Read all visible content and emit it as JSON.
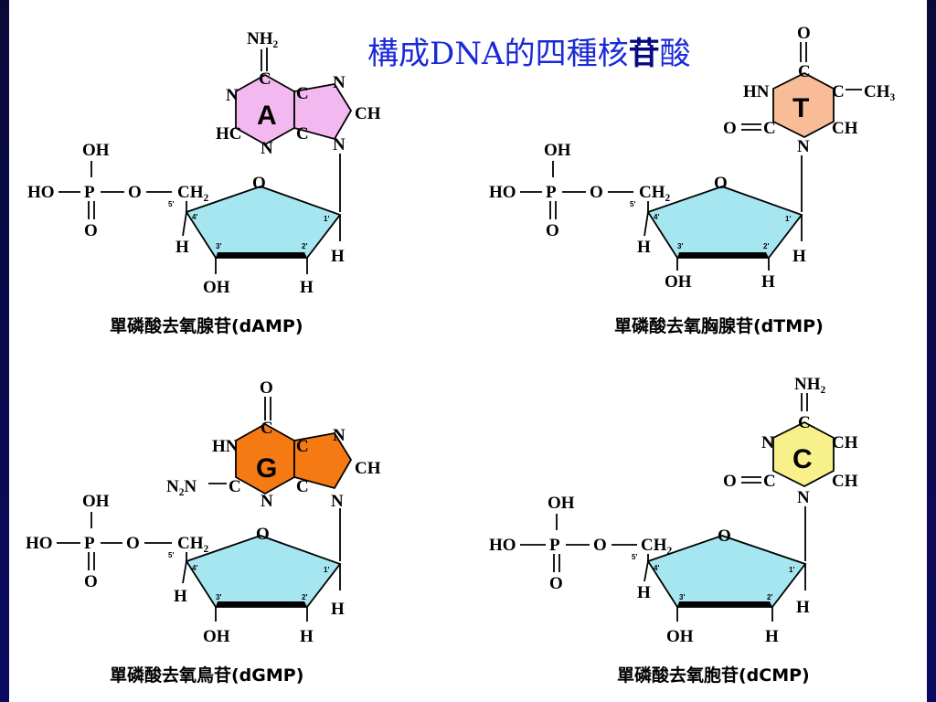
{
  "title": {
    "main": "構成DNA的四種核",
    "highlight": "苷",
    "end": "酸"
  },
  "colors": {
    "sugar": "#a6e6f0",
    "adenine": "#f4b8f0",
    "thymine": "#f8bc96",
    "guanine": "#f67a14",
    "cytosine": "#f8f08a",
    "title": "#1a2ad8"
  },
  "phosphate": {
    "oh": "OH",
    "ho": "HO",
    "p": "P",
    "o_double": "O",
    "o_link": "O",
    "ch2": "CH₂",
    "c5": "5'"
  },
  "sugar": {
    "ring_o": "O",
    "c1": "1'",
    "c2": "2'",
    "c3": "3'",
    "c4": "4'",
    "h": "H",
    "oh": "OH"
  },
  "nucleotides": [
    {
      "id": "A",
      "letter": "A",
      "caption": "單磷酸去氧腺苷(dAMP)",
      "labels": {
        "top": "NH₂",
        "c_top": "C",
        "n1": "N",
        "c2": "HC",
        "n3": "N",
        "c4": "C",
        "c5": "C",
        "n7": "N",
        "c8": "CH",
        "n9": "N"
      }
    },
    {
      "id": "T",
      "letter": "T",
      "caption": "單磷酸去氧胸腺苷(dTMP)",
      "labels": {
        "top": "O",
        "c4": "C",
        "n3": "HN",
        "c5": "C",
        "ch3": "CH₃",
        "c6": "CH",
        "c2": "C",
        "o2": "O",
        "n1": "N"
      }
    },
    {
      "id": "G",
      "letter": "G",
      "caption": "單磷酸去氧鳥苷(dGMP)",
      "labels": {
        "top": "O",
        "c_top": "C",
        "n1": "HN",
        "c2": "C",
        "amino": "N₂N",
        "n3": "N",
        "c4": "C",
        "c5": "C",
        "n7": "N",
        "c8": "CH",
        "n9": "N"
      }
    },
    {
      "id": "C",
      "letter": "C",
      "caption": "單磷酸去氧胞苷(dCMP)",
      "labels": {
        "top": "NH₂",
        "c4": "C",
        "n3": "N",
        "c5": "CH",
        "c6": "CH",
        "c2": "C",
        "o2": "O",
        "n1": "N"
      }
    }
  ]
}
